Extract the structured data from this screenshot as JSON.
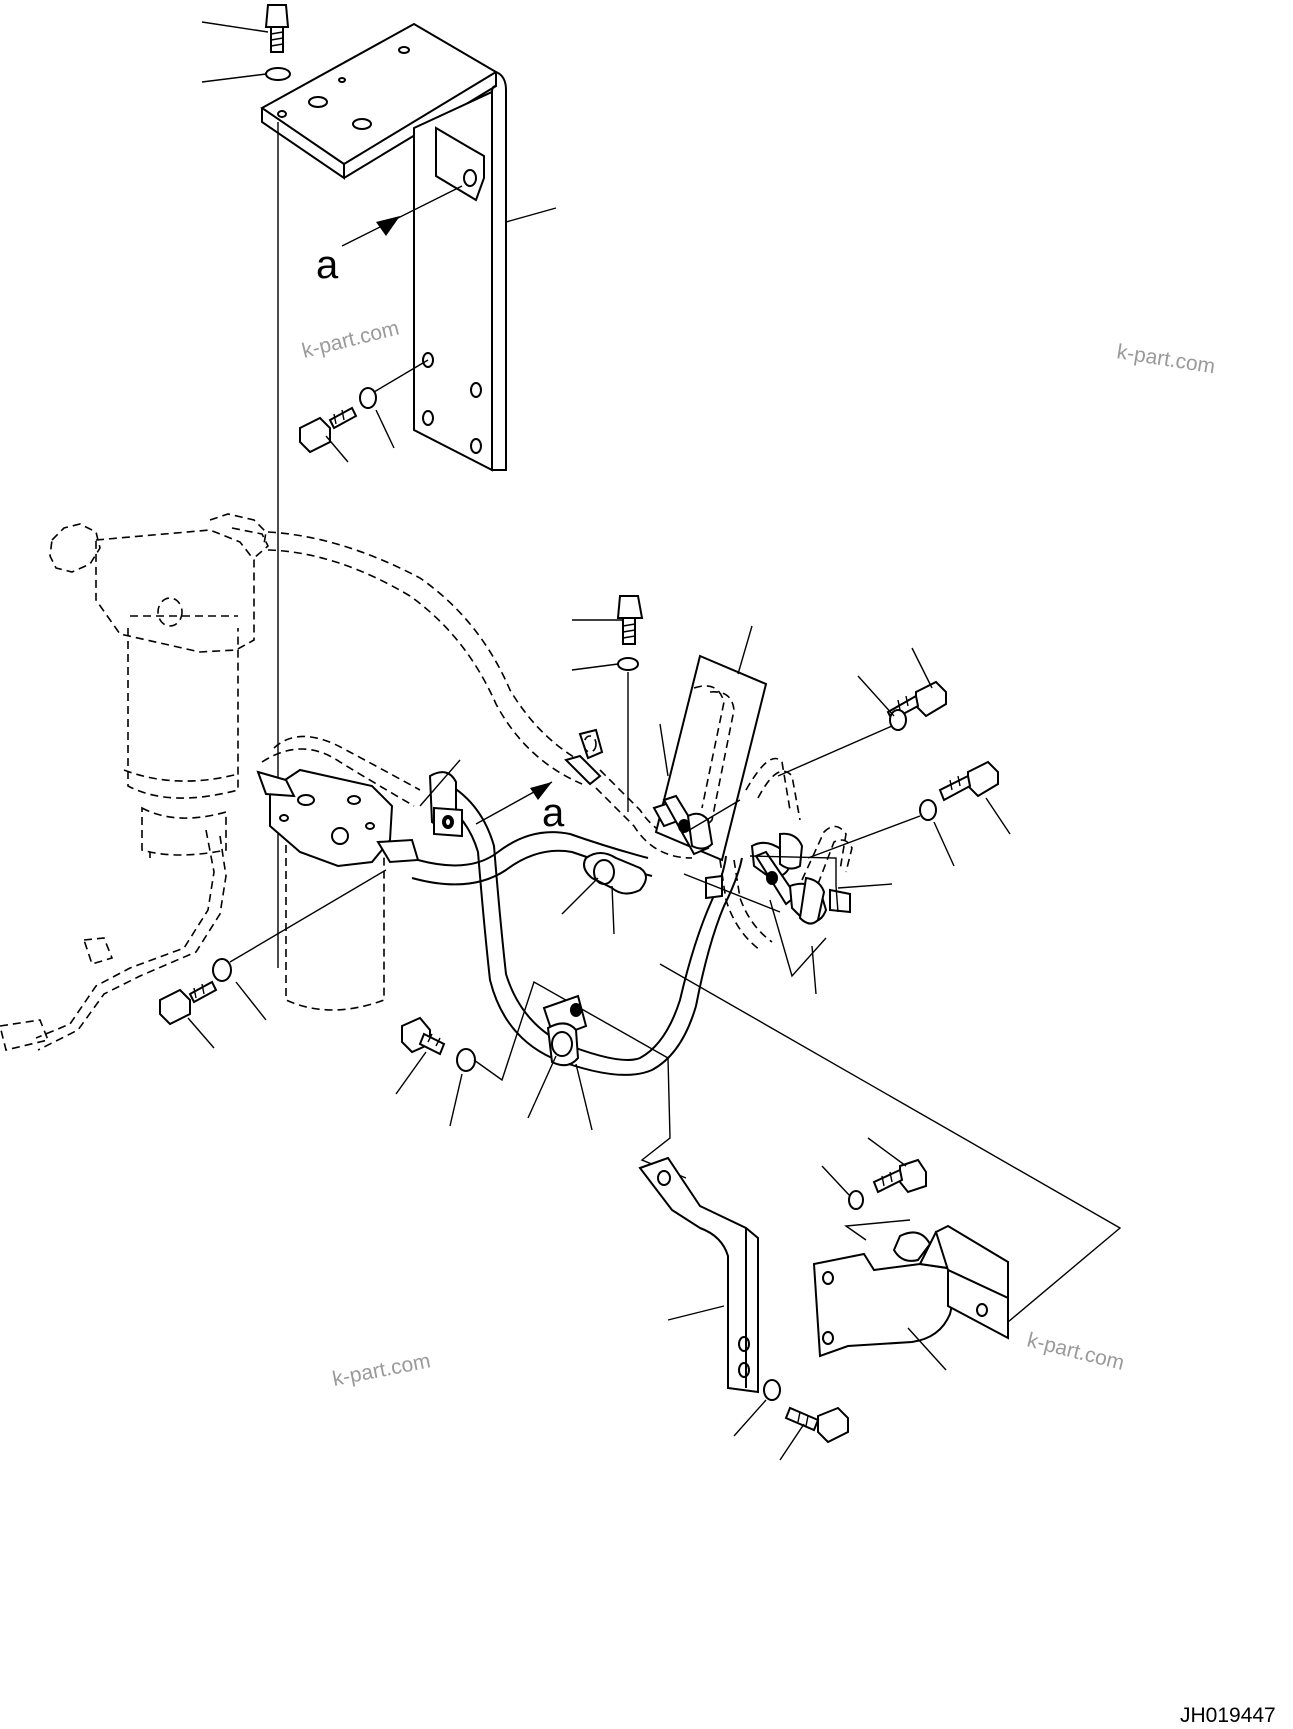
{
  "diagram": {
    "callouts": {
      "view_label_upper": "a",
      "view_label_lower": "a"
    },
    "watermark": "k-part.com",
    "drawing_id": "JH019447"
  }
}
